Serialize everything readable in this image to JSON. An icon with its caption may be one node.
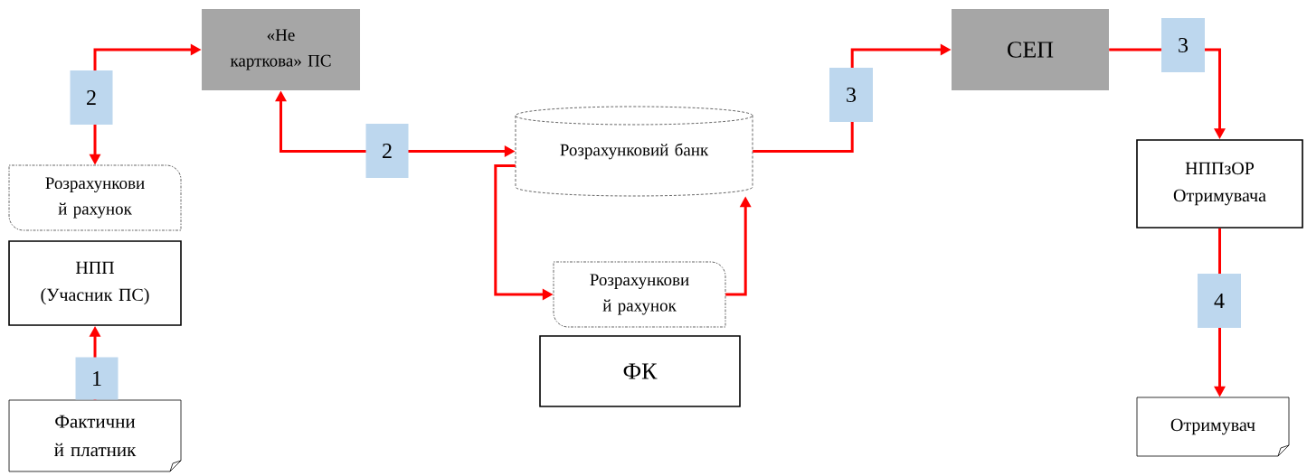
{
  "diagram": {
    "nodes": [
      {
        "text": [
          "«Не карткова» ПС"
        ]
      },
      {
        "text": [
          "Розрахункови й рахунок"
        ]
      },
      {
        "text": [
          "НПП (Учасник ПС)"
        ]
      },
      {
        "text": [
          "Фактични й платник"
        ]
      },
      {
        "text": [
          "Розрахунковий банк"
        ]
      },
      {
        "text": [
          "Розрахункови й рахунок"
        ]
      },
      {
        "text": [
          "ФК"
        ]
      },
      {
        "text": [
          "СЕП"
        ]
      },
      {
        "text": [
          "НППзОР Отримувача"
        ]
      },
      {
        "text": [
          "Отримувач"
        ]
      }
    ],
    "edges": [
      {
        "from": 3,
        "to": 2,
        "arrow": "to",
        "label": "1"
      },
      {
        "from": 1,
        "to": 0,
        "arrow": "both",
        "label": "2"
      },
      {
        "from": 4,
        "to": 0,
        "arrow": "both",
        "label": "2"
      },
      {
        "from": 4,
        "to": 5,
        "arrow": "to"
      },
      {
        "from": 5,
        "to": 4,
        "arrow": "to"
      },
      {
        "from": 4,
        "to": 7,
        "arrow": "to",
        "label": "3"
      },
      {
        "from": 7,
        "to": 8,
        "arrow": "to",
        "label": "3"
      },
      {
        "from": 8,
        "to": 9,
        "arrow": "to",
        "label": "4"
      }
    ]
  }
}
